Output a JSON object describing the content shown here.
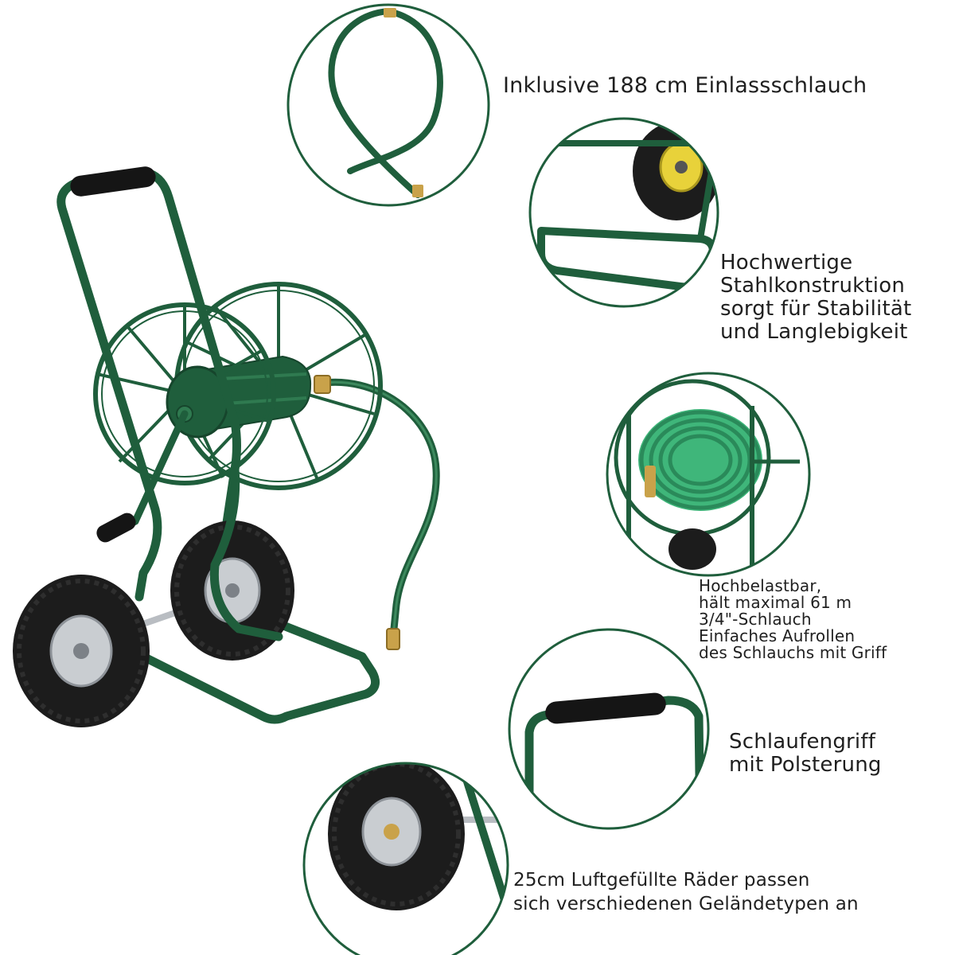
{
  "features": {
    "hose": {
      "caption": "Inklusive 188 cm Einlassschlauch"
    },
    "steel": {
      "lines": [
        "Hochwertige",
        "Stahlkonstruktion",
        "sorgt für Stabilität",
        "und Langlebigkeit"
      ]
    },
    "capacity": {
      "lines": [
        "Hochbelastbar,",
        "hält maximal 61 m",
        "3/4\"-Schlauch",
        "Einfaches Aufrollen",
        "des Schlauchs mit Griff"
      ]
    },
    "grip": {
      "lines": [
        "Schlaufengriff",
        "mit Polsterung"
      ]
    },
    "wheels": {
      "lines": [
        "25cm Luftgefüllte Räder passen",
        "sich verschiedenen Geländetypen an"
      ]
    }
  },
  "colors": {
    "frame_green": "#1f5e3c",
    "frame_highlight": "#3d8a5e",
    "tire_black": "#1c1c1c",
    "rim_silver": "#c9cdd1",
    "hose_green": "#3fb67a",
    "brass": "#c9a24a",
    "foam_black": "#151515",
    "circle_outline": "#1f5e3c"
  }
}
